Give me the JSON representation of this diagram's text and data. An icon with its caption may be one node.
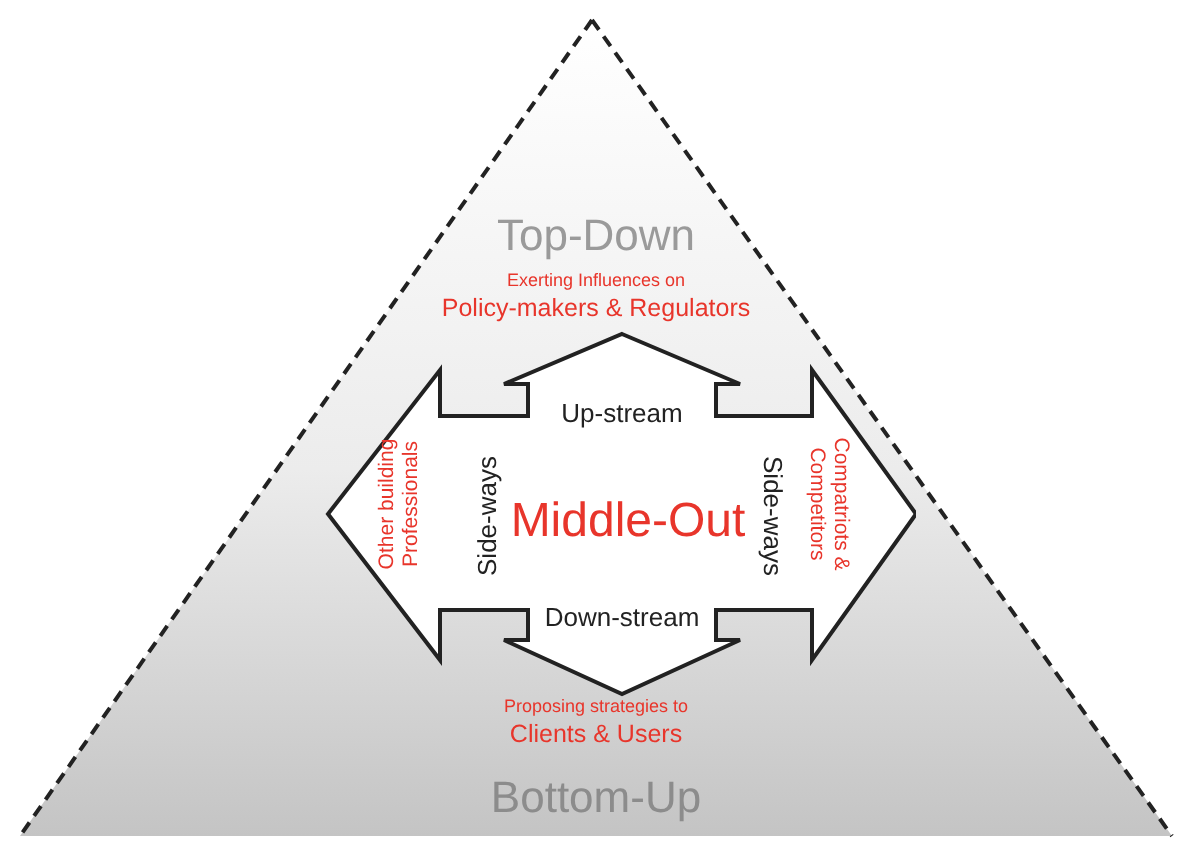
{
  "diagram": {
    "nodes": [
      {
        "text": [
          "Top-Down",
          "Bottom-Up"
        ]
      },
      {
        "text": [
          "Up-stream",
          "Side-ways",
          "Middle-Out",
          "Side-ways",
          "Down-stream"
        ],
        "in": 0
      }
    ],
    "labels": [
      "Exerting Influences on",
      "Policy-makers & Regulators",
      "Other building Professionals",
      "Compatriots & Competitors",
      "Proposing strategies to",
      "Clients & Users"
    ]
  }
}
